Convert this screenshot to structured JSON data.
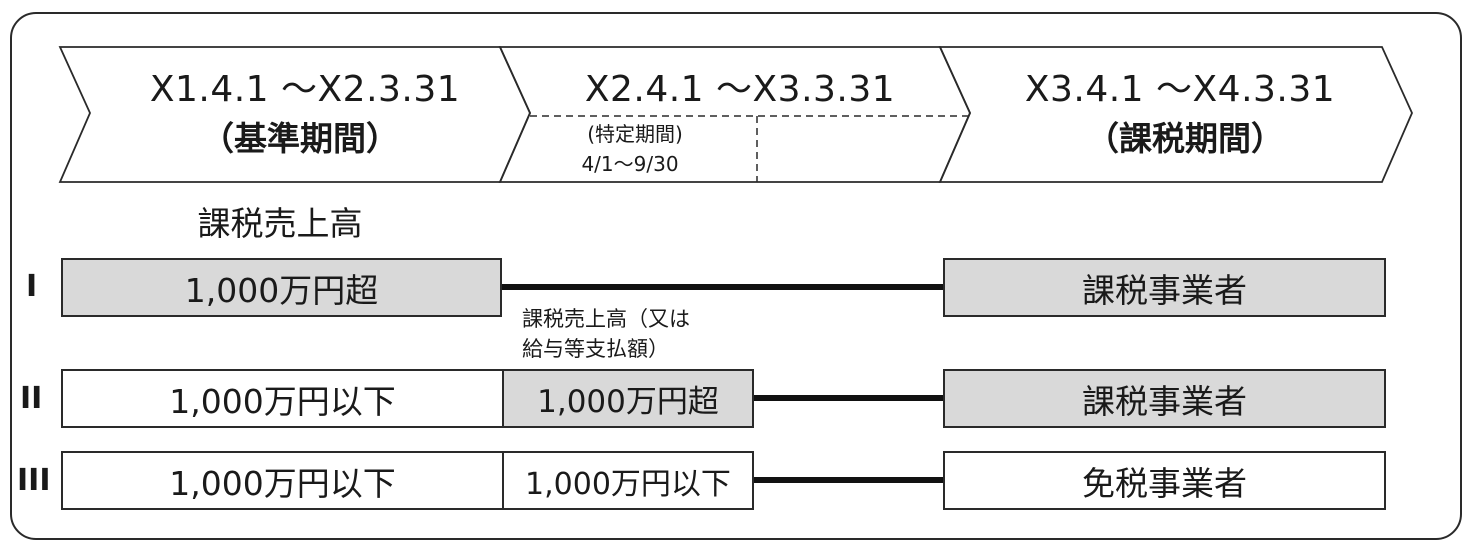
{
  "colors": {
    "outline": "#2a2a2a",
    "gray_fill": "#d9d9d9",
    "white_fill": "#ffffff",
    "arrow": "#111111"
  },
  "periods": [
    {
      "range": "X1.4.1 〜X2.3.31",
      "name": "（基準期間）"
    },
    {
      "range": "X2.4.1 〜X3.3.31",
      "sub_name": "(特定期間)",
      "sub_range": "4/1〜9/30"
    },
    {
      "range": "X3.4.1 〜X4.3.31",
      "name": "（課税期間）"
    }
  ],
  "headings": {
    "base_sales": "課税売上高",
    "specific_sales_line1": "課税売上高（又は",
    "specific_sales_line2": "給与等支払額）"
  },
  "rows": [
    {
      "label": "I",
      "base": "1,000万円超",
      "specific": "",
      "result": "課税事業者"
    },
    {
      "label": "II",
      "base": "1,000万円以下",
      "specific": "1,000万円超",
      "result": "課税事業者"
    },
    {
      "label": "III",
      "base": "1,000万円以下",
      "specific": "1,000万円以下",
      "result": "免税事業者"
    }
  ]
}
